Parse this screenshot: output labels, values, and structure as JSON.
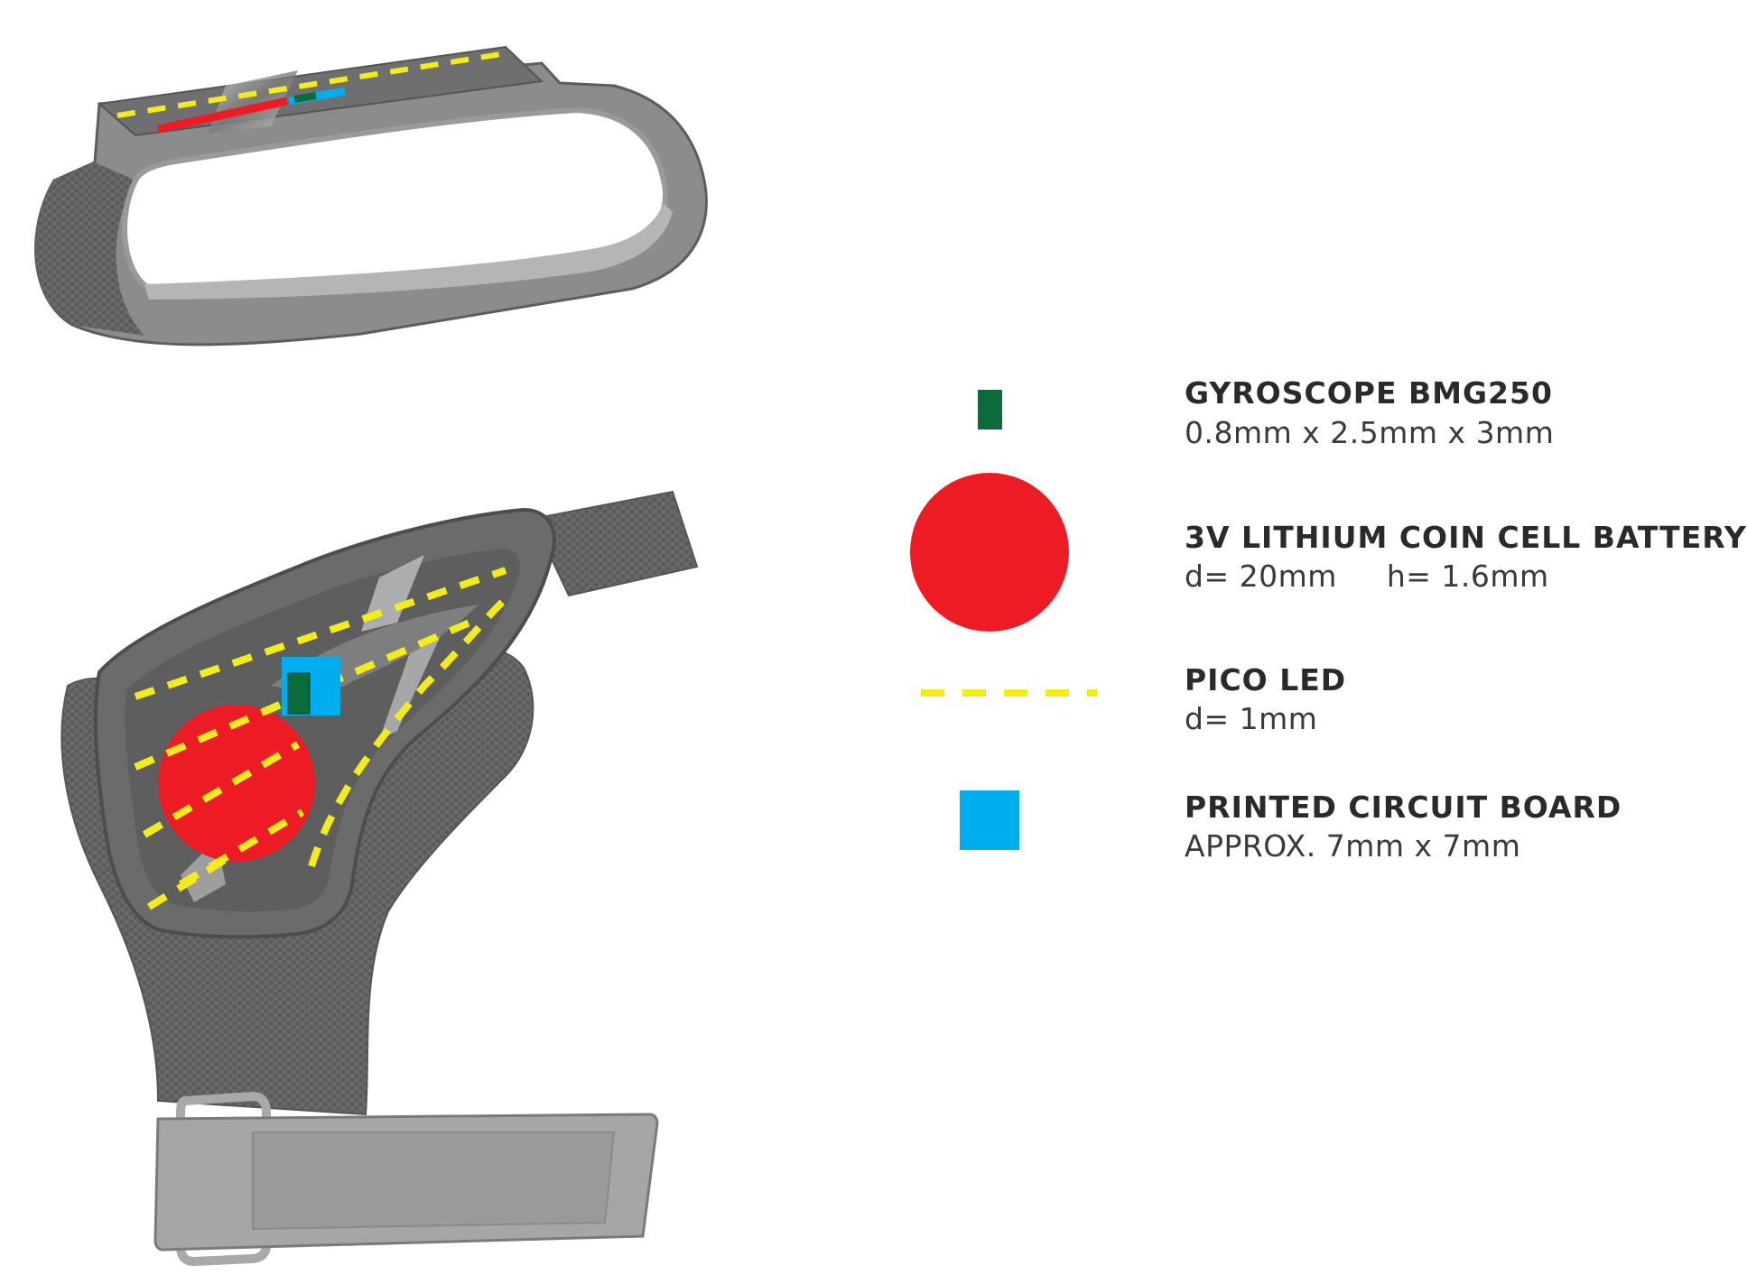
{
  "colors": {
    "gyroscope": "#0b6b3a",
    "battery": "#ed1c24",
    "led": "#f4ec1a",
    "pcb": "#00aeef",
    "strap_dark": "#6b6b6b",
    "strap_mid": "#8a8a8a",
    "strap_light": "#a3a3a3",
    "lining": "#b8b8b8"
  },
  "legend": [
    {
      "icon": "gyroscope-swatch-icon",
      "title": "GYROSCOPE BMG250",
      "spec": "0.8mm x 2.5mm x 3mm"
    },
    {
      "icon": "battery-swatch-icon",
      "title": "3V LITHIUM COIN CELL BATTERY",
      "spec": "d= 20mm     h= 1.6mm"
    },
    {
      "icon": "led-swatch-icon",
      "title": "PICO LED",
      "spec": "d= 1mm"
    },
    {
      "icon": "pcb-swatch-icon",
      "title": "PRINTED CIRCUIT BOARD",
      "spec": "APPROX. 7mm x 7mm"
    }
  ]
}
